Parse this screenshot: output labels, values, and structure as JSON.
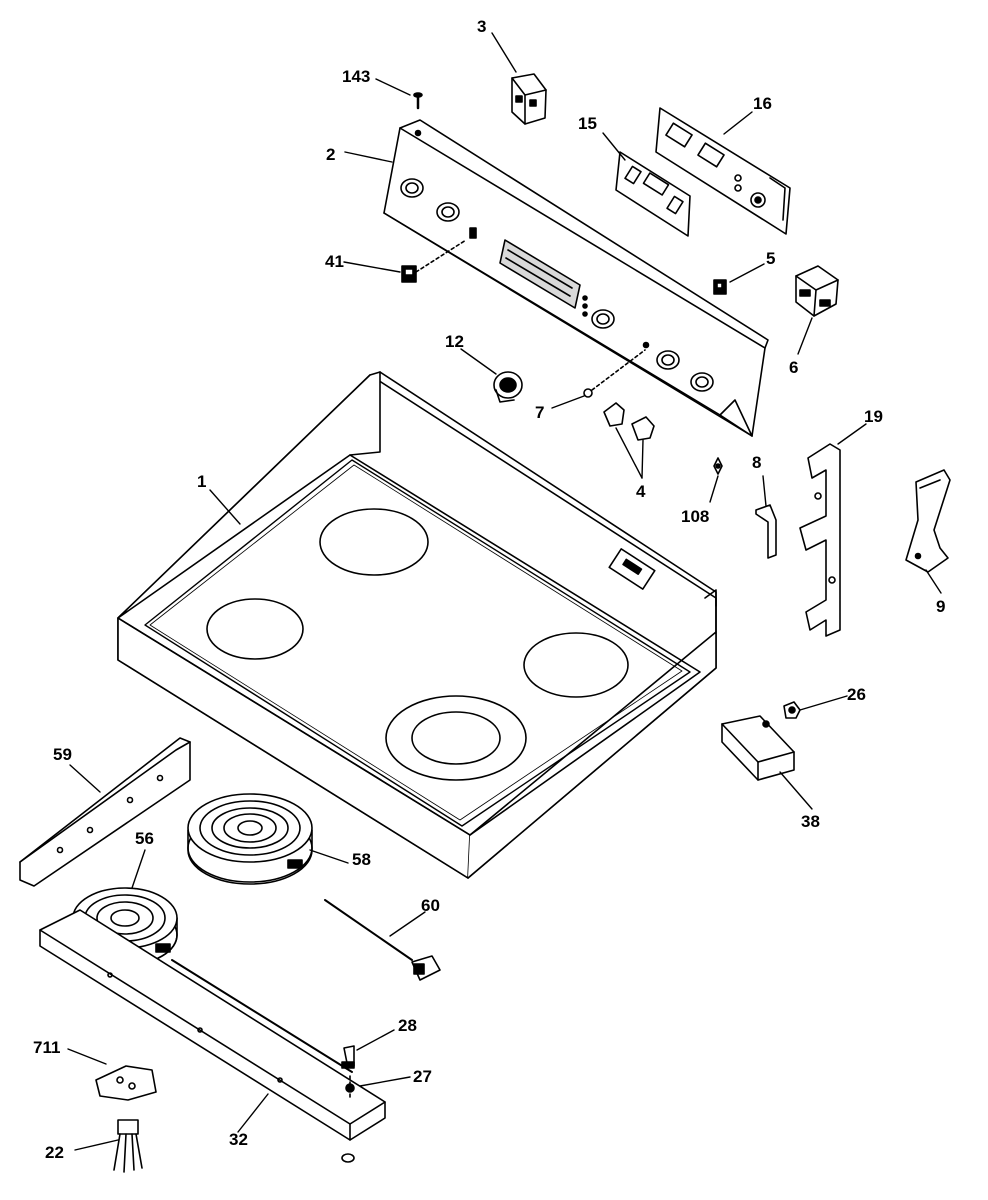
{
  "diagram": {
    "callouts": [
      {
        "id": "c1",
        "text": "1"
      },
      {
        "id": "c2",
        "text": "2"
      },
      {
        "id": "c3",
        "text": "3"
      },
      {
        "id": "c4",
        "text": "4"
      },
      {
        "id": "c5",
        "text": "5"
      },
      {
        "id": "c6",
        "text": "6"
      },
      {
        "id": "c7",
        "text": "7"
      },
      {
        "id": "c8",
        "text": "8"
      },
      {
        "id": "c9",
        "text": "9"
      },
      {
        "id": "c12",
        "text": "12"
      },
      {
        "id": "c15",
        "text": "15"
      },
      {
        "id": "c16",
        "text": "16"
      },
      {
        "id": "c19",
        "text": "19"
      },
      {
        "id": "c22",
        "text": "22"
      },
      {
        "id": "c26",
        "text": "26"
      },
      {
        "id": "c27",
        "text": "27"
      },
      {
        "id": "c28",
        "text": "28"
      },
      {
        "id": "c32",
        "text": "32"
      },
      {
        "id": "c38",
        "text": "38"
      },
      {
        "id": "c41",
        "text": "41"
      },
      {
        "id": "c56",
        "text": "56"
      },
      {
        "id": "c58",
        "text": "58"
      },
      {
        "id": "c59",
        "text": "59"
      },
      {
        "id": "c60",
        "text": "60"
      },
      {
        "id": "c108",
        "text": "108"
      },
      {
        "id": "c143",
        "text": "143"
      },
      {
        "id": "c711",
        "text": "711"
      }
    ],
    "colors": {
      "ink": "#000000",
      "paper": "#ffffff",
      "shade": "#d9d9d9"
    }
  }
}
